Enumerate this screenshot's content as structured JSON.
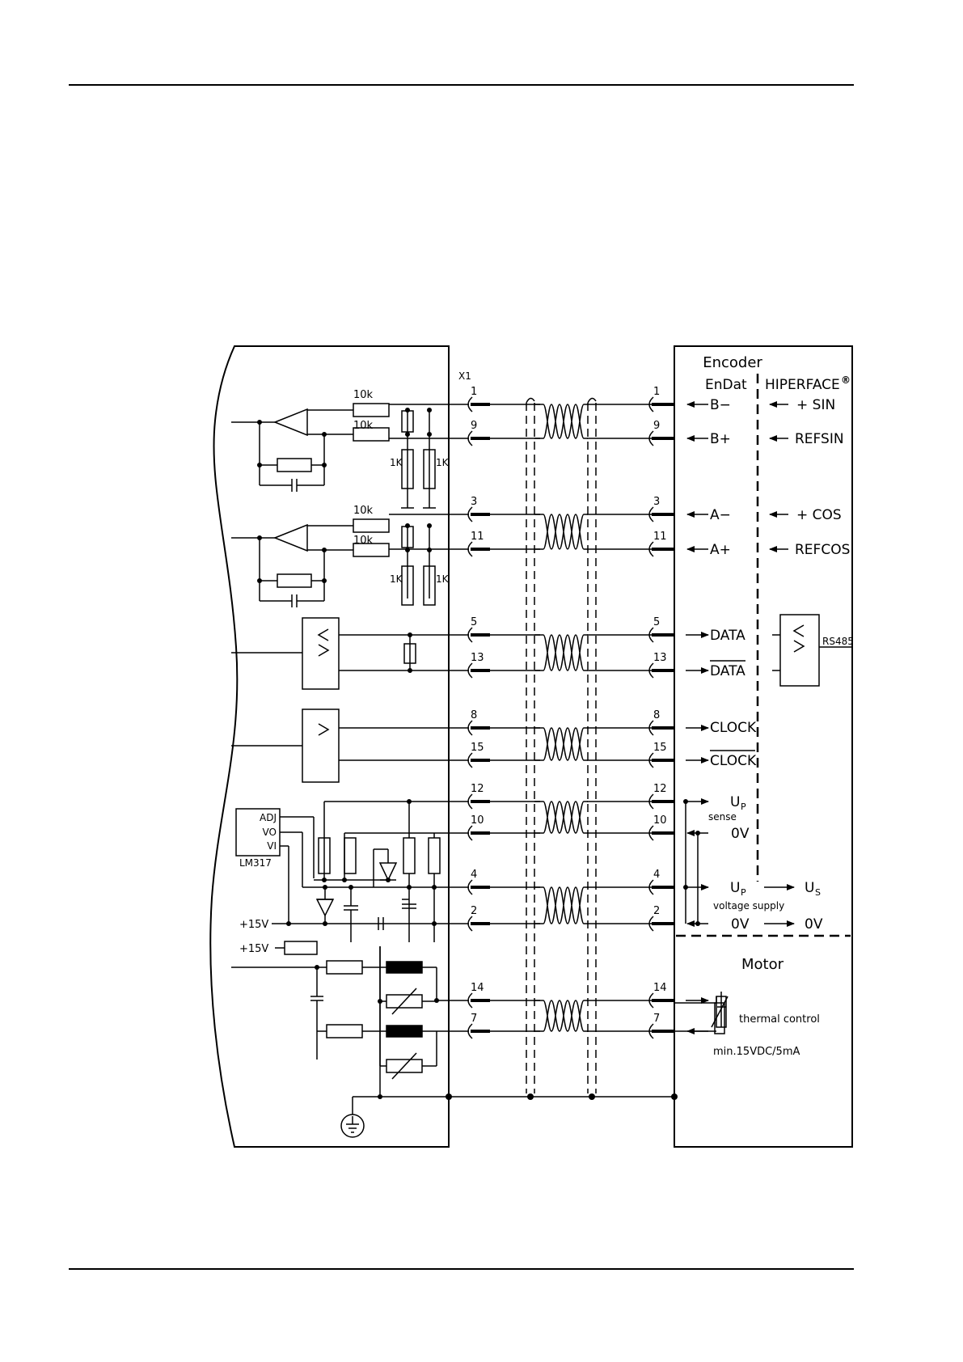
{
  "encoder": {
    "title": "Encoder",
    "col_endat": "EnDat",
    "col_hiperface": "HIPERFACE",
    "registered_mark": "®"
  },
  "drive": {
    "connector": "X1",
    "regulator": "LM317",
    "pin_adj": "ADJ",
    "pin_vo": "VO",
    "pin_vi": "VI",
    "supply_1": "+15V",
    "supply_2": "+15V",
    "res_10k": "10k",
    "res_1k": "1K"
  },
  "pins": {
    "p1": "1",
    "p9": "9",
    "p3": "3",
    "p11": "11",
    "p5": "5",
    "p13": "13",
    "p8": "8",
    "p15": "15",
    "p12": "12",
    "p10": "10",
    "p4": "4",
    "p2": "2",
    "p14": "14",
    "p7": "7"
  },
  "signals": {
    "b_minus": "B−",
    "b_plus": "B+",
    "a_minus": "A−",
    "a_plus": "A+",
    "data": "DATA",
    "data_n": "DATA",
    "clock": "CLOCK",
    "clock_n": "CLOCK",
    "up": "U",
    "up_sub": "P",
    "sense": "sense",
    "zero_v": "0V",
    "voltage_supply": "voltage supply"
  },
  "hiperface": {
    "sin": "+  SIN",
    "refsin": "REFSIN",
    "cos": "+  COS",
    "refcos": "REFCOS",
    "rs485": "RS485",
    "us": "U",
    "us_sub": "S",
    "zero_v": "0V"
  },
  "motor": {
    "title": "Motor",
    "thermal": "thermal  control",
    "rating": "min.15VDC/5mA"
  }
}
